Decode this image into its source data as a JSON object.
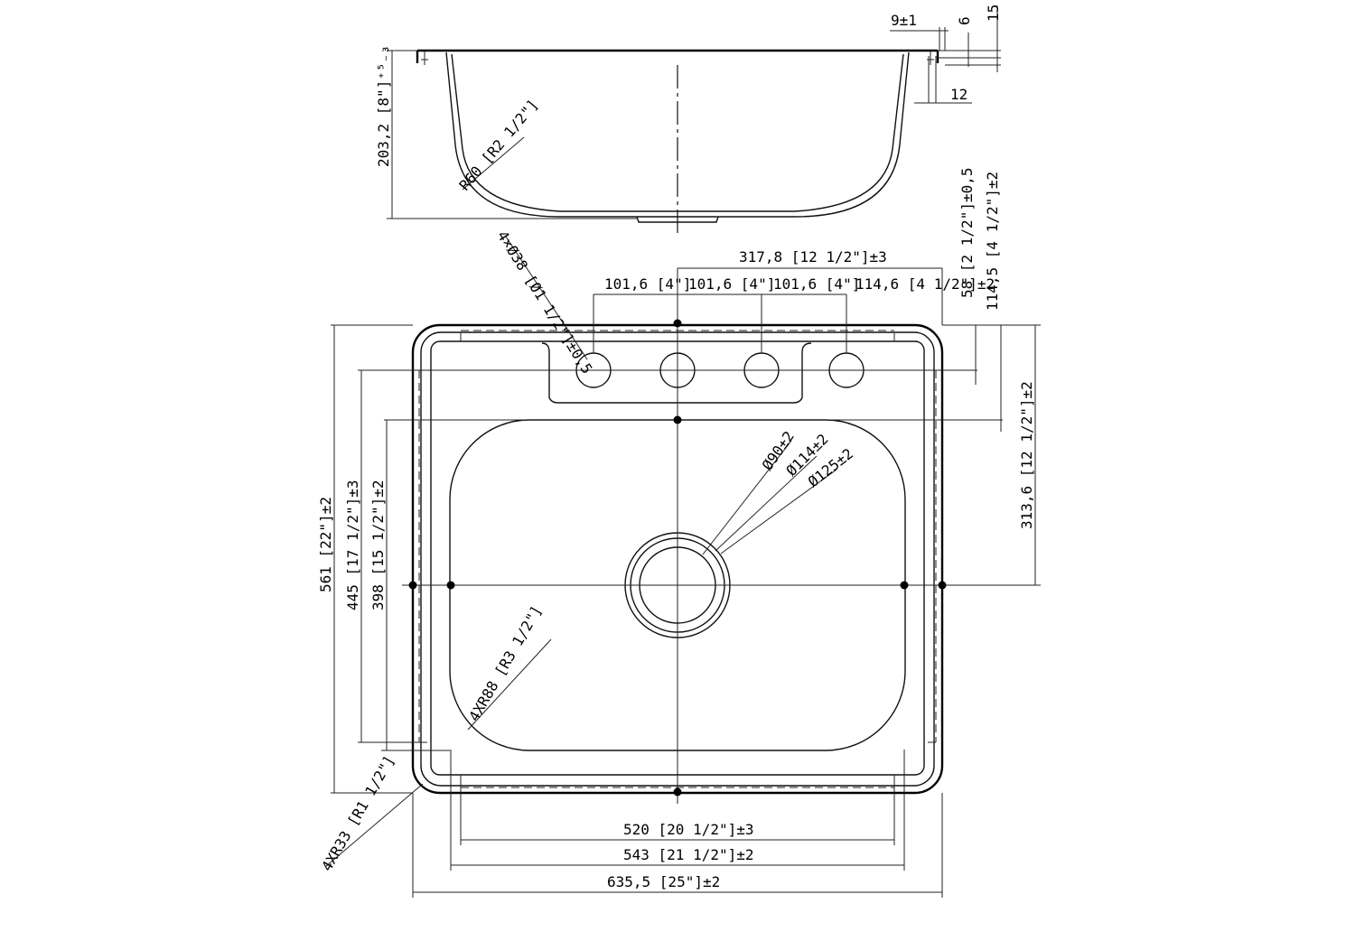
{
  "side_view": {
    "depth": "203,2 [8\"]⁺⁵₋₃",
    "bottom_radius": "R60 [R2 1/2\"]",
    "rim_offset": "9±1",
    "rim_6": "6",
    "rim_15": "15",
    "rim_12": "12"
  },
  "top_view": {
    "holes_note": "4×Ø38 [Ø1 1/2\"]±0,5",
    "overall_half_width": "317,8 [12 1/2\"]±3",
    "hole_spacing_1": "101,6 [4\"]",
    "hole_spacing_2": "101,6 [4\"]",
    "hole_spacing_3": "101,6 [4\"]",
    "hole_spacing_4": "114,6 [4 1/2\"]±2",
    "right_58": "58 [2 1/2\"]±0,5",
    "right_114": "114,5 [4 1/2\"]±2",
    "right_313": "313,6 [12 1/2\"]±2",
    "drain_90": "Ø90±2",
    "drain_114": "Ø114±2",
    "drain_125": "Ø125±2",
    "height_561": "561 [22\"]±2",
    "height_445": "445 [17 1/2\"]±3",
    "height_398": "398 [15 1/2\"]±2",
    "bowl_radius": "4XR88 [R3 1/2\"]",
    "corner_radius": "4XR33 [R1 1/2\"]",
    "width_520": "520 [20 1/2\"]±3",
    "width_543": "543 [21 1/2\"]±2",
    "width_635": "635,5 [25\"]±2"
  }
}
